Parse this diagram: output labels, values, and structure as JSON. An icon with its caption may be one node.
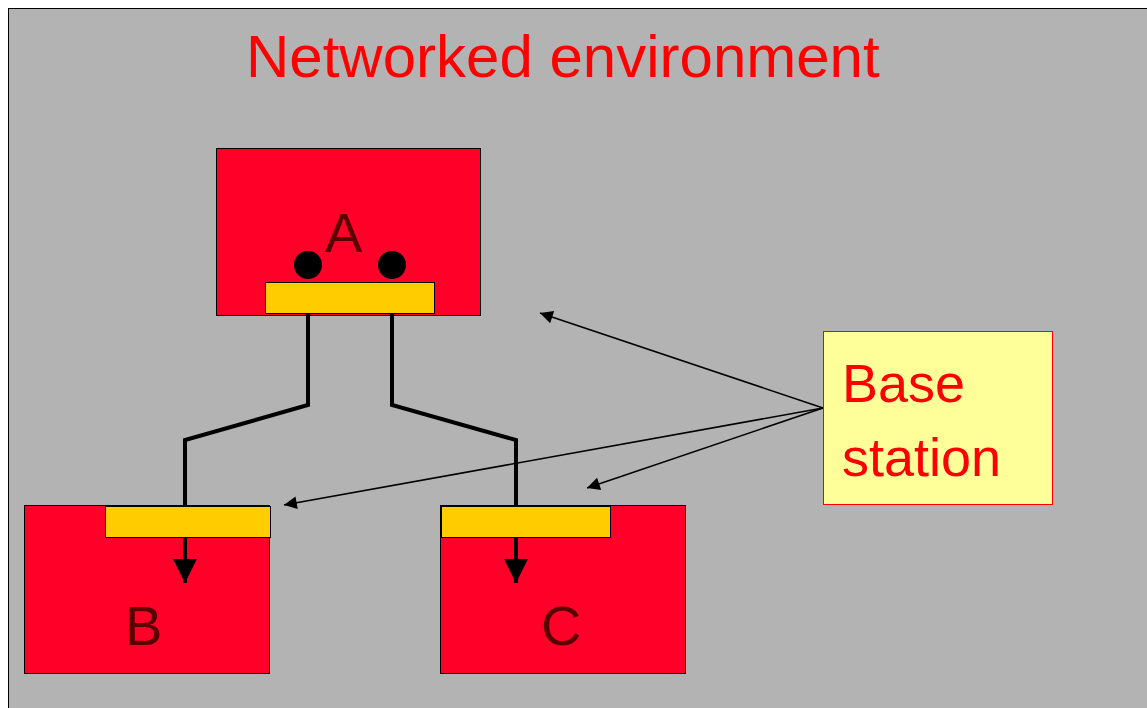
{
  "diagram": {
    "title": "Networked environment",
    "nodes": [
      {
        "text": [
          "A"
        ]
      },
      {
        "text": [],
        "shape": "bar",
        "in": 0
      },
      {
        "text": [
          "B"
        ]
      },
      {
        "text": [],
        "shape": "bar",
        "in": 2
      },
      {
        "text": [
          "C"
        ]
      },
      {
        "text": [],
        "shape": "bar",
        "in": 4
      },
      {
        "text": [
          "Base station"
        ]
      }
    ],
    "edges": [
      {
        "from": 1,
        "to": 3,
        "arrow": "to",
        "style": "thick"
      },
      {
        "from": 1,
        "to": 5,
        "arrow": "to",
        "style": "thick"
      },
      {
        "from": 6,
        "to": null,
        "arrow": "to"
      },
      {
        "from": 6,
        "to": 3,
        "arrow": "to"
      },
      {
        "from": 6,
        "to": 5,
        "arrow": "to"
      }
    ]
  }
}
